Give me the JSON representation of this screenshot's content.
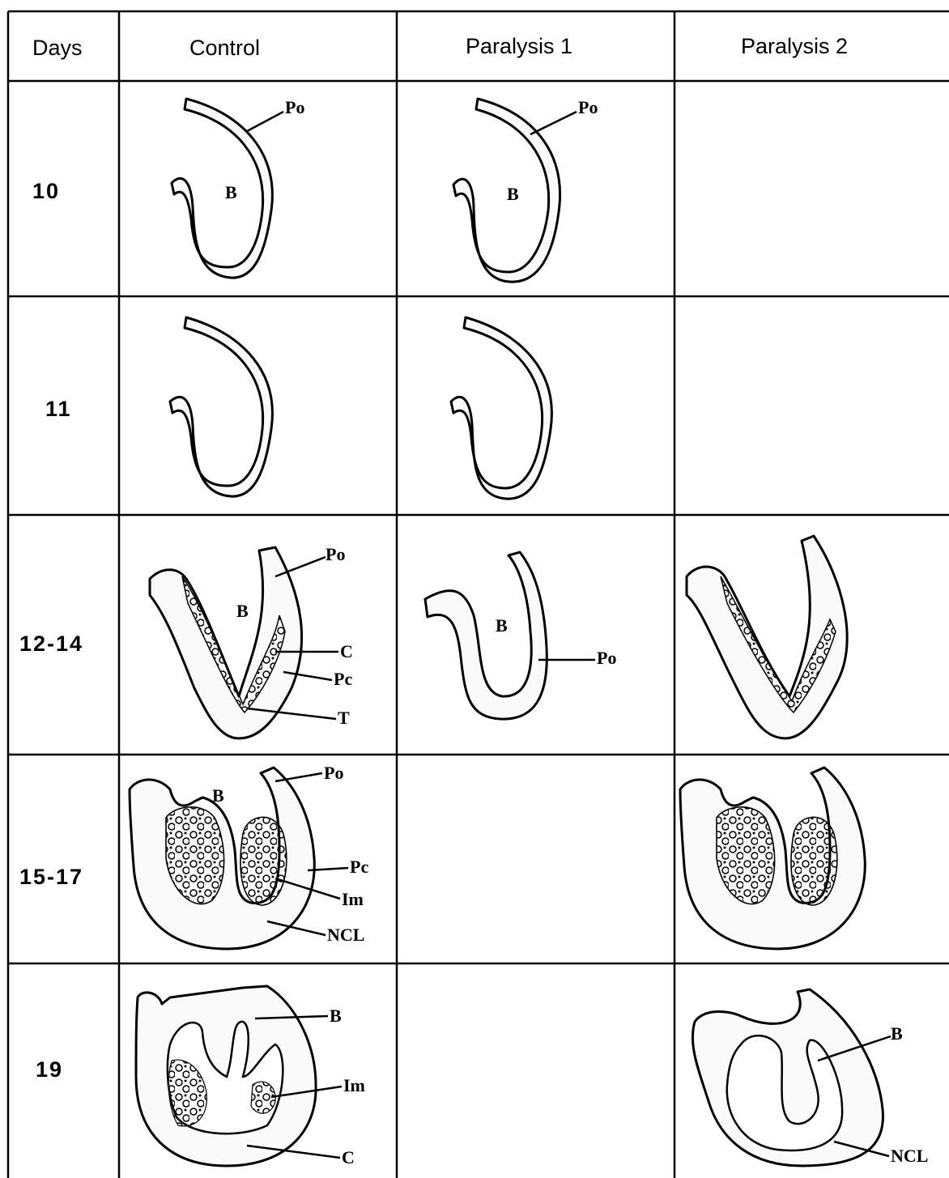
{
  "headers": {
    "days": "Days",
    "control": "Control",
    "paralysis1": "Paralysis 1",
    "paralysis2": "Paralysis 2"
  },
  "rows": [
    {
      "day": "10"
    },
    {
      "day": "11"
    },
    {
      "day": "12-14"
    },
    {
      "day": "15-17"
    },
    {
      "day": "19"
    }
  ],
  "labels": {
    "po": "Po",
    "b": "B",
    "c": "C",
    "pc": "Pc",
    "t": "T",
    "im": "Im",
    "ncl": "NCL"
  }
}
